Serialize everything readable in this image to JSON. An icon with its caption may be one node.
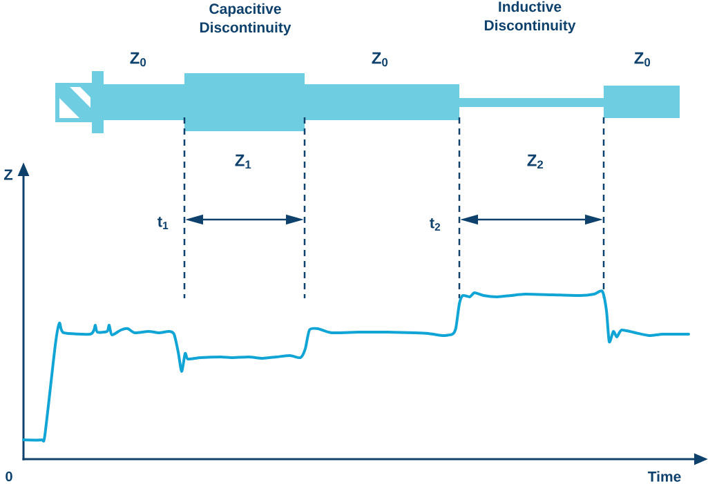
{
  "diagram": {
    "labels": [
      "Capacitive Discontinuity",
      "Inductive Discontinuity",
      "Z$_{0}$",
      "Z$_{0}$",
      "Z$_{0}$",
      "Z$_{1}$",
      "Z$_{2}$",
      "t$_{1}$",
      "t$_{2}$",
      "Z",
      "0",
      "Time"
    ]
  }
}
